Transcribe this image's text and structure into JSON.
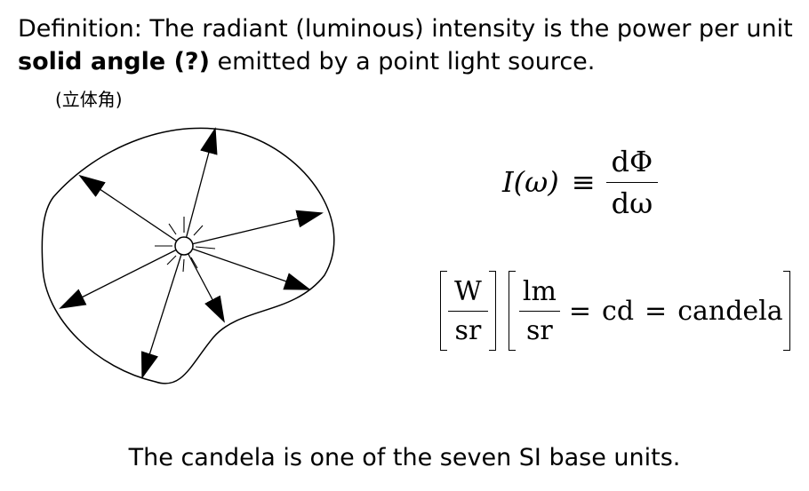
{
  "definition": {
    "line1": "Definition: The radiant (luminous) intensity is the power per unit",
    "bold_term": "solid angle (?)",
    "line2_rest": " emitted by a point light source."
  },
  "cjk_note": "(立体角)",
  "equation1": {
    "lhs": "I(ω)",
    "relation": "≡",
    "numerator": "dΦ",
    "denominator": "dω"
  },
  "equation2": {
    "frac1_num": "W",
    "frac1_den": "sr",
    "frac2_num": "lm",
    "frac2_den": "sr",
    "eq1": "=",
    "unit_abbrev": "cd",
    "eq2": "=",
    "unit_name": "candela"
  },
  "footer": "The candela is one of the seven SI base units."
}
